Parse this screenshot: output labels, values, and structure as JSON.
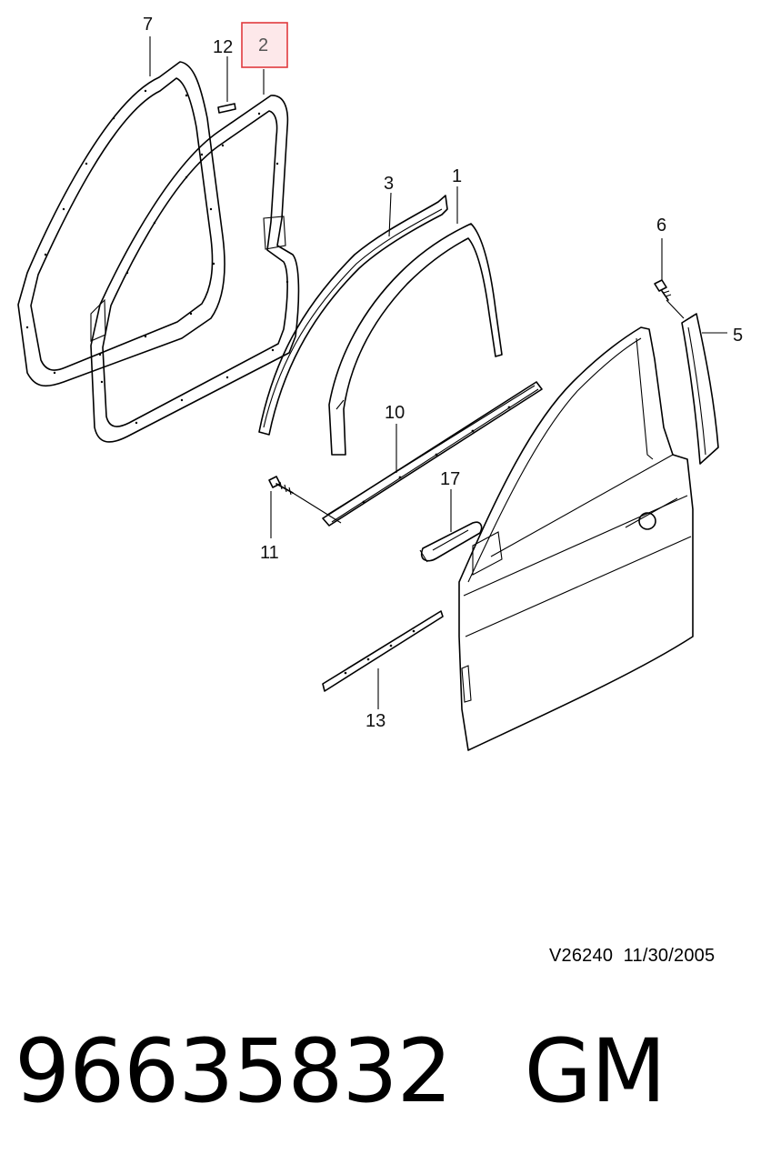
{
  "callouts": [
    {
      "id": "7",
      "label": "7"
    },
    {
      "id": "12",
      "label": "12"
    },
    {
      "id": "2",
      "label": "2",
      "highlighted": true
    },
    {
      "id": "3",
      "label": "3"
    },
    {
      "id": "1",
      "label": "1"
    },
    {
      "id": "6",
      "label": "6"
    },
    {
      "id": "5",
      "label": "5"
    },
    {
      "id": "10",
      "label": "10"
    },
    {
      "id": "17",
      "label": "17"
    },
    {
      "id": "11",
      "label": "11"
    },
    {
      "id": "13",
      "label": "13"
    }
  ],
  "highlight_color": "#e03a3e",
  "highlight_fill": "#fde8ea",
  "reference": {
    "code": "V26240",
    "date": "11/30/2005"
  },
  "footer": {
    "part_number": "96635832",
    "brand": "GM"
  }
}
